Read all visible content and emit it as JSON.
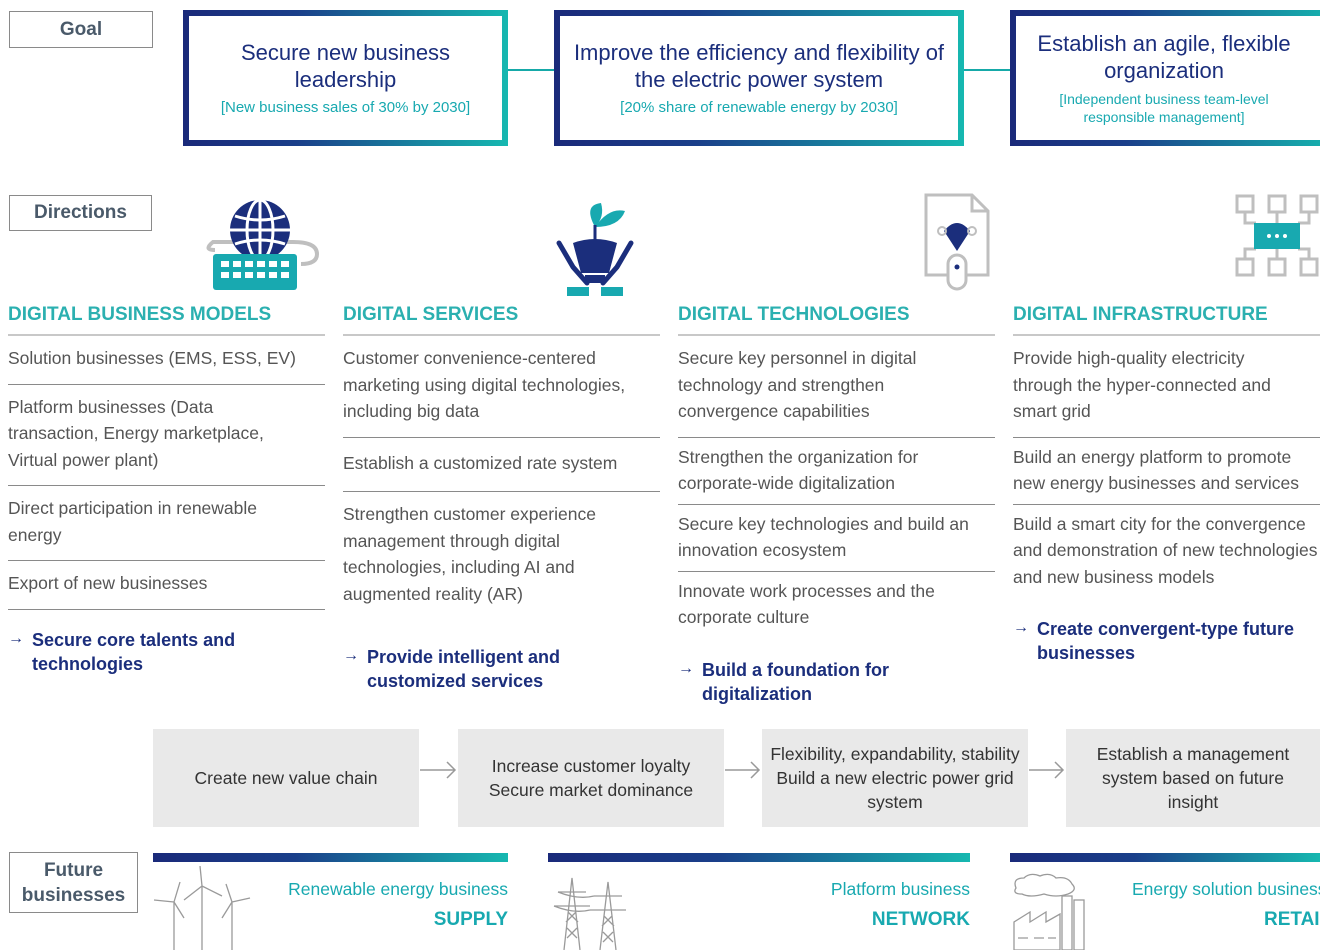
{
  "labels": {
    "goal": "Goal",
    "directions": "Directions",
    "future": "Future businesses"
  },
  "goals": [
    {
      "title": "Secure new business leadership",
      "sub": "[New business sales of 30% by 2030]"
    },
    {
      "title": "Improve the efficiency and flexibility of the electric power system",
      "sub": "[20% share of renewable energy by 2030]"
    },
    {
      "title": "Establish an agile, flexible organization",
      "sub": "[Independent business team-level responsible management]"
    }
  ],
  "directions": [
    {
      "heading": "DIGITAL BUSINESS MODELS",
      "icon": "globe-keyboard-icon",
      "items": [
        "Solution businesses (EMS, ESS, EV)",
        "Platform businesses (Data transaction, Energy marketplace, Virtual power plant)",
        "Direct participation in renewable energy",
        "Export of new businesses"
      ],
      "result": "Secure core talents and technologies"
    },
    {
      "heading": "DIGITAL SERVICES",
      "icon": "hands-plant-bulb-icon",
      "items": [
        "Customer convenience-centered marketing using digital technologies, including big data",
        "Establish a customized rate system",
        "Strengthen customer experience management through digital technologies, including AI and augmented reality (AR)"
      ],
      "result": "Provide intelligent and customized services"
    },
    {
      "heading": "DIGITAL TECHNOLOGIES",
      "icon": "document-mouse-icon",
      "items": [
        "Secure key personnel in digital technology and strengthen convergence capabilities",
        "Strengthen the organization for corporate-wide digitalization",
        "Secure key technologies and build an innovation ecosystem",
        "Innovate work processes and the corporate culture"
      ],
      "result": "Build a foundation for digitalization"
    },
    {
      "heading": "DIGITAL INFRASTRUCTURE",
      "icon": "network-nodes-icon",
      "items": [
        "Provide high-quality electricity through the hyper-connected and smart grid",
        "Build an energy platform to promote new energy businesses and services",
        "Build a smart city for the convergence and demonstration of new technologies and new business models"
      ],
      "result": "Create convergent-type future businesses"
    }
  ],
  "arrow_glyph": "→",
  "chain": [
    "Create new value chain",
    "Increase customer loyalty Secure market dominance",
    "Flexibility, expandability, stability Build a new electric power grid system",
    "Establish a management system based on future insight"
  ],
  "businesses": [
    {
      "name": "Renewable energy business",
      "key": "SUPPLY",
      "icon": "wind-turbine-icon"
    },
    {
      "name": "Platform business",
      "key": "NETWORK",
      "icon": "power-tower-icon"
    },
    {
      "name": "Energy solution business",
      "key": "RETAIL",
      "icon": "factory-icon"
    }
  ],
  "colors": {
    "navy": "#1b2e7c",
    "teal": "#18a9b0",
    "chain_bg": "#e9e9e9"
  }
}
